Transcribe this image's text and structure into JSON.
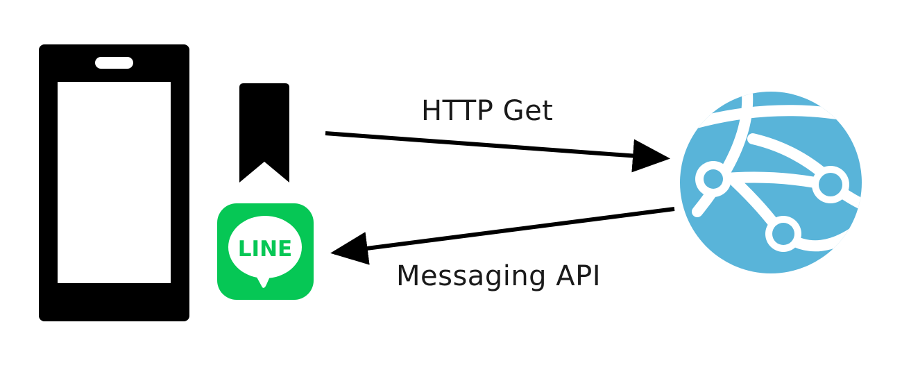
{
  "edges": {
    "request": {
      "label": "HTTP Get",
      "source": "line-app",
      "target": "web-app"
    },
    "response": {
      "label": "Messaging API",
      "source": "web-app",
      "target": "line-app"
    }
  },
  "nodes": {
    "phone": {
      "icon": "smartphone-icon"
    },
    "line_app": {
      "icon": "line-app-icon",
      "logo_text": "LINE",
      "color": "#06C755"
    },
    "bookmark": {
      "icon": "bookmark-icon"
    },
    "web_app": {
      "icon": "azure-app-service-icon",
      "color": "#59B4D9"
    }
  }
}
